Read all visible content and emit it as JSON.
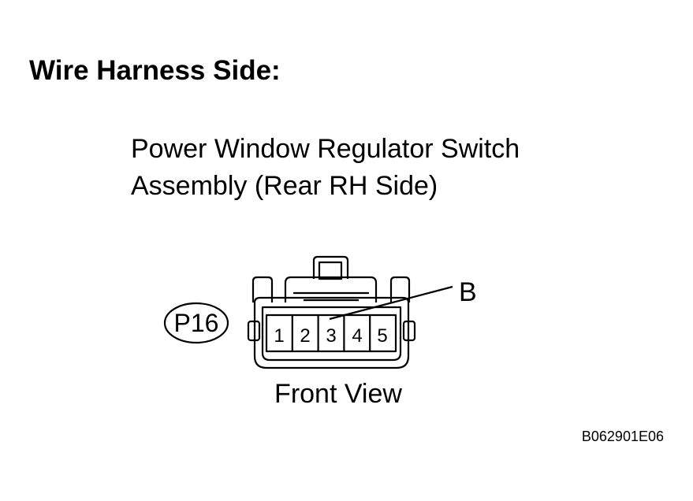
{
  "heading": "Wire Harness Side:",
  "component": {
    "line1": "Power Window Regulator Switch",
    "line2": "Assembly (Rear RH Side)"
  },
  "connector": {
    "code": "P16",
    "pins": [
      "1",
      "2",
      "3",
      "4",
      "5"
    ],
    "callout_label": "B",
    "view_label": "Front View"
  },
  "figure_code": "B062901E06"
}
